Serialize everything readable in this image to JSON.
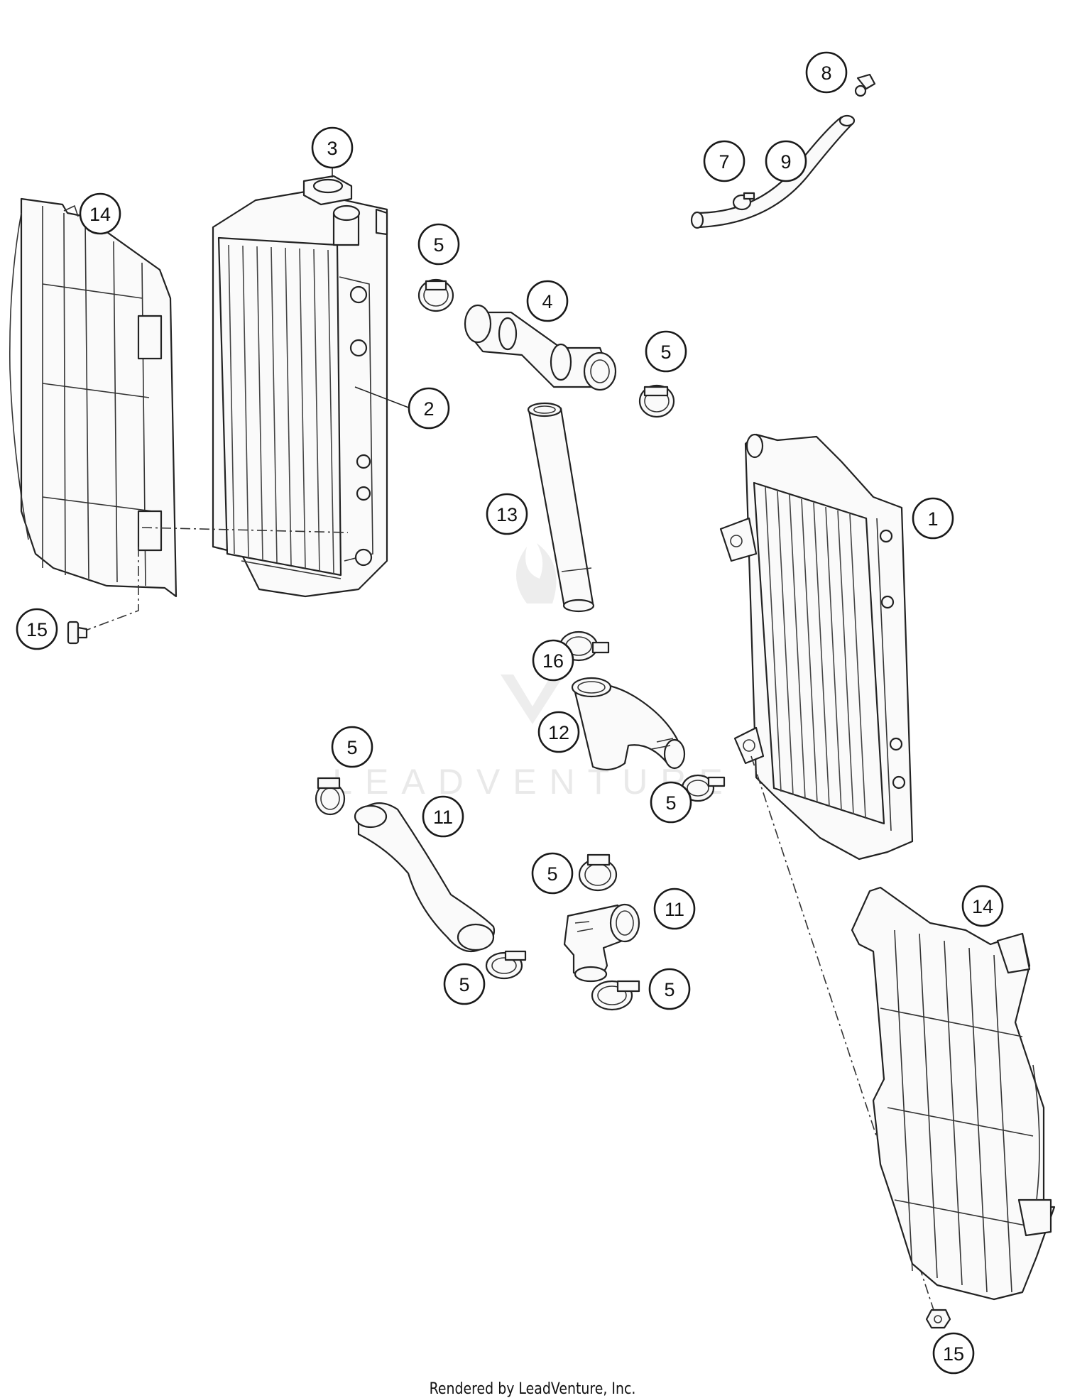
{
  "watermark": {
    "text": "LEADVENTURE"
  },
  "footer": {
    "text": "Rendered by LeadVenture, Inc."
  },
  "parts": [
    {
      "id": "callout-3-top",
      "label": "3"
    },
    {
      "id": "callout-14-left",
      "label": "14"
    },
    {
      "id": "callout-5-a",
      "label": "5"
    },
    {
      "id": "callout-4",
      "label": "4"
    },
    {
      "id": "callout-5-b",
      "label": "5"
    },
    {
      "id": "callout-2",
      "label": "2"
    },
    {
      "id": "callout-8",
      "label": "8"
    },
    {
      "id": "callout-7",
      "label": "7"
    },
    {
      "id": "callout-9",
      "label": "9"
    },
    {
      "id": "callout-13",
      "label": "13"
    },
    {
      "id": "callout-1",
      "label": "1"
    },
    {
      "id": "callout-15-left",
      "label": "15"
    },
    {
      "id": "callout-16",
      "label": "16"
    },
    {
      "id": "callout-12",
      "label": "12"
    },
    {
      "id": "callout-5-c",
      "label": "5"
    },
    {
      "id": "callout-11-a",
      "label": "11"
    },
    {
      "id": "callout-5-d",
      "label": "5"
    },
    {
      "id": "callout-5-e",
      "label": "5"
    },
    {
      "id": "callout-11-b",
      "label": "11"
    },
    {
      "id": "callout-5-f",
      "label": "5"
    },
    {
      "id": "callout-5-g",
      "label": "5"
    },
    {
      "id": "callout-14-right",
      "label": "14"
    },
    {
      "id": "callout-15-right",
      "label": "15"
    }
  ]
}
